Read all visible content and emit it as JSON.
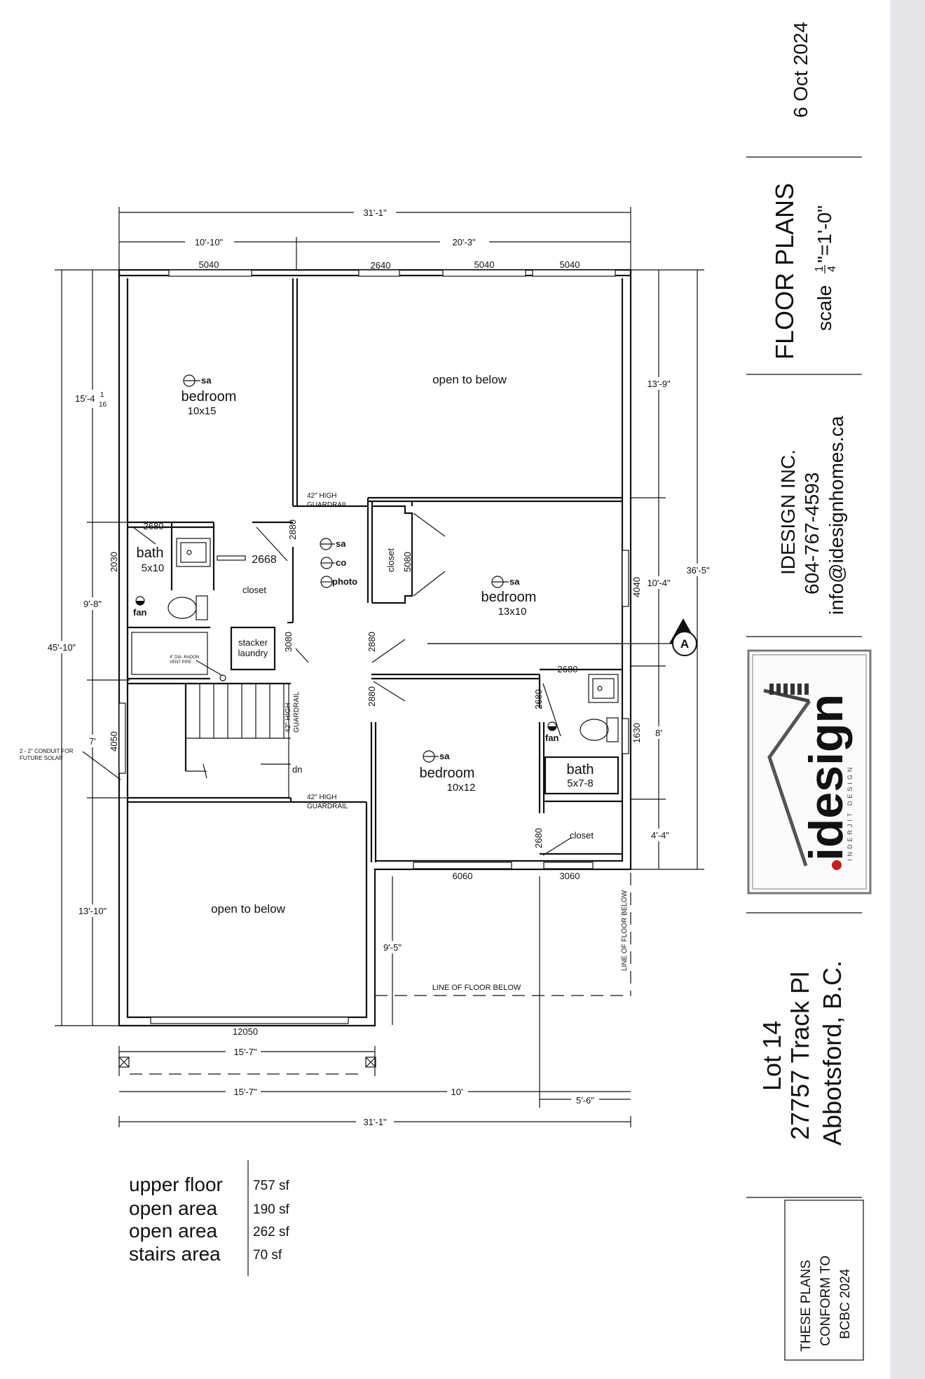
{
  "title_block": {
    "date": "6 Oct 2024",
    "sheet_title": "FLOOR PLANS",
    "scale_prefix": "scale ",
    "scale_num": "1",
    "scale_den": "4",
    "scale_suffix": "\"=1'-0\"",
    "company": "IDESIGN INC.",
    "phone": "604-767-4593",
    "email": "info@idesignhomes.ca",
    "logo_letters": "idesign",
    "logo_tagline": "INDERJIT DESIGN",
    "lot": "Lot 14",
    "address": "27757 Track Pl",
    "city": "Abbotsford, B.C.",
    "conform_lines": [
      "THESE PLANS",
      "CONFORM TO",
      "BCBC 2024"
    ]
  },
  "areas": [
    {
      "label": "upper floor",
      "value": "757 sf"
    },
    {
      "label": "open area",
      "value": "190 sf"
    },
    {
      "label": "open area",
      "value": "262 sf"
    },
    {
      "label": "stairs area",
      "value": "70 sf"
    }
  ],
  "rooms": {
    "bedroom1": {
      "name": "bedroom",
      "size": "10x15"
    },
    "bedroom2": {
      "name": "bedroom",
      "size": "13x10"
    },
    "bedroom3": {
      "name": "bedroom",
      "size": "10x12"
    },
    "bath1": {
      "name": "bath",
      "size": "5x10"
    },
    "bath2": {
      "name": "bath",
      "size": "5x7-8"
    },
    "open1": "open to below",
    "open2": "open to below",
    "closet_a": "closet",
    "closet_b": "closet",
    "closet_c": "closet",
    "laundry": [
      "stacker",
      "laundry"
    ]
  },
  "symbols": {
    "sa": "sa",
    "co": "co",
    "photo": "photo",
    "fan": "fan",
    "section": "A",
    "dn": "dn"
  },
  "dims": {
    "overall_width": "31'-1\"",
    "w_left": "10'-10\"",
    "w_right": "20'-3\"",
    "bottom_a": "15'-7\"",
    "bottom_b": "15'-7\"",
    "bottom_c": "10'",
    "bottom_d": "5'-6\"",
    "overall_depth": "45'-10\"",
    "left_a": "15'-4",
    "left_a_num": "1",
    "left_a_den": "16",
    "left_b": "9'-8\"",
    "left_c": "7'",
    "left_d": "13'-10\"",
    "right_total": "36'-5\"",
    "right_a": "13'-9\"",
    "right_b": "10'-4\"",
    "right_c": "8'",
    "right_d": "4'-4\"",
    "inner_9_5": "9'-5\""
  },
  "openings": {
    "w5040a": "5040",
    "w2640": "2640",
    "w5040b": "5040",
    "w5040c": "5040",
    "d2680a": "2680",
    "d2030": "2030",
    "d2668": "2668",
    "d2880a": "2880",
    "d3080": "3080",
    "d2880b": "2880",
    "d2880c": "2880",
    "d5080": "5080",
    "w4040": "4040",
    "d2680b": "2680",
    "d2680c": "2680",
    "d1630": "1630",
    "d2680d": "2680",
    "w6060": "6060",
    "w3060": "3060",
    "w12050": "12050",
    "w4050": "4050"
  },
  "notes": {
    "guardrail_top": [
      "42\" HIGH",
      "GUARDRAIL"
    ],
    "guardrail_bottom": [
      "42\" HIGH",
      "GUARDRAIL"
    ],
    "guardrail_stair": [
      "42\" HIGH",
      "GUARDRAIL"
    ],
    "radon": [
      "4\" DIA. RADON",
      "VENT PIPE"
    ],
    "conduit": [
      "2 - 2\" CONDUIT FOR",
      "FUTURE SOLAR"
    ],
    "line_floor_below_h": "LINE OF FLOOR BELOW",
    "line_floor_below_v": "LINE OF FLOOR BELOW"
  }
}
